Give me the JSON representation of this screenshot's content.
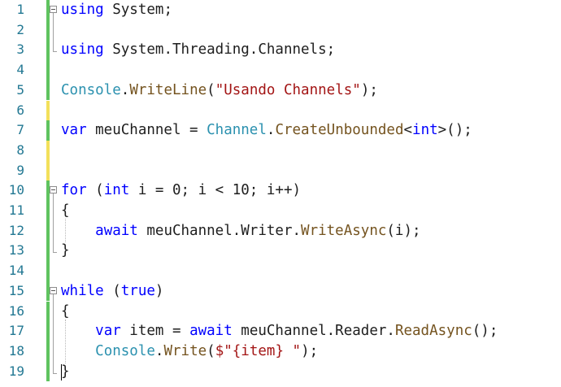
{
  "editor": {
    "lines": [
      {
        "n": "1",
        "tokens": [
          {
            "t": "using",
            "c": "kw"
          },
          {
            "t": " System;",
            "c": "plain"
          }
        ]
      },
      {
        "n": "2",
        "tokens": []
      },
      {
        "n": "3",
        "tokens": [
          {
            "t": "using",
            "c": "kw"
          },
          {
            "t": " System.Threading.Channels;",
            "c": "plain"
          }
        ]
      },
      {
        "n": "4",
        "tokens": []
      },
      {
        "n": "5",
        "tokens": [
          {
            "t": "Console",
            "c": "cls"
          },
          {
            "t": ".",
            "c": "plain"
          },
          {
            "t": "WriteLine",
            "c": "mth"
          },
          {
            "t": "(",
            "c": "plain"
          },
          {
            "t": "\"Usando Channels\"",
            "c": "str"
          },
          {
            "t": ");",
            "c": "plain"
          }
        ]
      },
      {
        "n": "6",
        "tokens": []
      },
      {
        "n": "7",
        "tokens": [
          {
            "t": "var",
            "c": "kw"
          },
          {
            "t": " meuChannel = ",
            "c": "plain"
          },
          {
            "t": "Channel",
            "c": "cls"
          },
          {
            "t": ".",
            "c": "plain"
          },
          {
            "t": "CreateUnbounded",
            "c": "mth"
          },
          {
            "t": "<",
            "c": "plain"
          },
          {
            "t": "int",
            "c": "kw"
          },
          {
            "t": ">();",
            "c": "plain"
          }
        ]
      },
      {
        "n": "8",
        "tokens": []
      },
      {
        "n": "9",
        "tokens": []
      },
      {
        "n": "10",
        "tokens": [
          {
            "t": "for",
            "c": "kw"
          },
          {
            "t": " (",
            "c": "plain"
          },
          {
            "t": "int",
            "c": "kw"
          },
          {
            "t": " i = 0; i < 10; i++)",
            "c": "plain"
          }
        ]
      },
      {
        "n": "11",
        "tokens": [
          {
            "t": "{",
            "c": "plain"
          }
        ]
      },
      {
        "n": "12",
        "tokens": [
          {
            "t": "    ",
            "c": "plain"
          },
          {
            "t": "await",
            "c": "kw"
          },
          {
            "t": " meuChannel.Writer.",
            "c": "plain"
          },
          {
            "t": "WriteAsync",
            "c": "mth"
          },
          {
            "t": "(i);",
            "c": "plain"
          }
        ]
      },
      {
        "n": "13",
        "tokens": [
          {
            "t": "}",
            "c": "plain"
          }
        ]
      },
      {
        "n": "14",
        "tokens": []
      },
      {
        "n": "15",
        "tokens": [
          {
            "t": "while",
            "c": "kw"
          },
          {
            "t": " (",
            "c": "plain"
          },
          {
            "t": "true",
            "c": "kw"
          },
          {
            "t": ")",
            "c": "plain"
          }
        ]
      },
      {
        "n": "16",
        "tokens": [
          {
            "t": "{",
            "c": "plain"
          }
        ]
      },
      {
        "n": "17",
        "tokens": [
          {
            "t": "    ",
            "c": "plain"
          },
          {
            "t": "var",
            "c": "kw"
          },
          {
            "t": " item = ",
            "c": "plain"
          },
          {
            "t": "await",
            "c": "kw"
          },
          {
            "t": " meuChannel.Reader.",
            "c": "plain"
          },
          {
            "t": "ReadAsync",
            "c": "mth"
          },
          {
            "t": "();",
            "c": "plain"
          }
        ]
      },
      {
        "n": "18",
        "tokens": [
          {
            "t": "    ",
            "c": "plain"
          },
          {
            "t": "Console",
            "c": "cls"
          },
          {
            "t": ".",
            "c": "plain"
          },
          {
            "t": "Write",
            "c": "mth"
          },
          {
            "t": "(",
            "c": "plain"
          },
          {
            "t": "$\"{item} \"",
            "c": "str"
          },
          {
            "t": ");",
            "c": "plain"
          }
        ]
      },
      {
        "n": "19",
        "tokens": [
          {
            "t": "}",
            "c": "plain"
          }
        ]
      }
    ],
    "change_markers": [
      "saved",
      "saved",
      "saved",
      "saved",
      "saved",
      "unsaved",
      "saved",
      "unsaved",
      "unsaved",
      "saved",
      "saved",
      "saved",
      "saved",
      "saved",
      "saved",
      "saved",
      "saved",
      "saved",
      "saved"
    ],
    "colors": {
      "keyword": "#0000ff",
      "type": "#2b91af",
      "method": "#74531f",
      "string": "#a31515",
      "text": "#1e1e1e",
      "line_number": "#237893",
      "saved_change": "#5fc35f",
      "unsaved_change": "#f3e05a"
    }
  }
}
